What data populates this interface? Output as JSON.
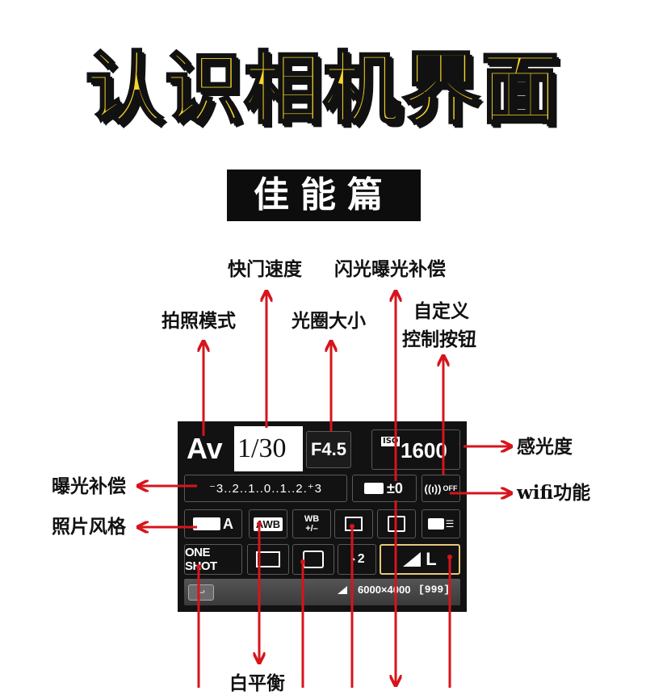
{
  "header": {
    "title": "认识相机界面",
    "subtitle": "佳能篇"
  },
  "labels": {
    "shutter_speed": "快门速度",
    "flash_comp": "闪光曝光补偿",
    "shooting_mode": "拍照模式",
    "aperture": "光圈大小",
    "custom_line1": "自定义",
    "custom_line2": "控制按钮",
    "iso": "感光度",
    "exposure_comp": "曝光补偿",
    "wifi": "wifi功能",
    "picture_style": "照片风格",
    "white_balance": "白平衡"
  },
  "screen": {
    "mode": "Av",
    "shutter": "1/30",
    "aperture": "F4.5",
    "iso_tag": "ISO",
    "iso": "1600",
    "exp_scale": "⁻3..2..1..0..1..2.⁺3",
    "flash_value": "±0",
    "wifi_text": "OFF",
    "picture_style": "A",
    "awb": "AWB",
    "wb_shift": "WB",
    "wb_shift_sub": "+/–",
    "af_mode": "ONE SHOT",
    "drive": "2",
    "quality": "L",
    "resolution": "6000×4000",
    "shots": "[999]"
  },
  "colors": {
    "title_fill": "#f7d526",
    "arrow": "#d7141c",
    "screen_bg": "#121212",
    "highlight_border": "#e8c77a"
  }
}
